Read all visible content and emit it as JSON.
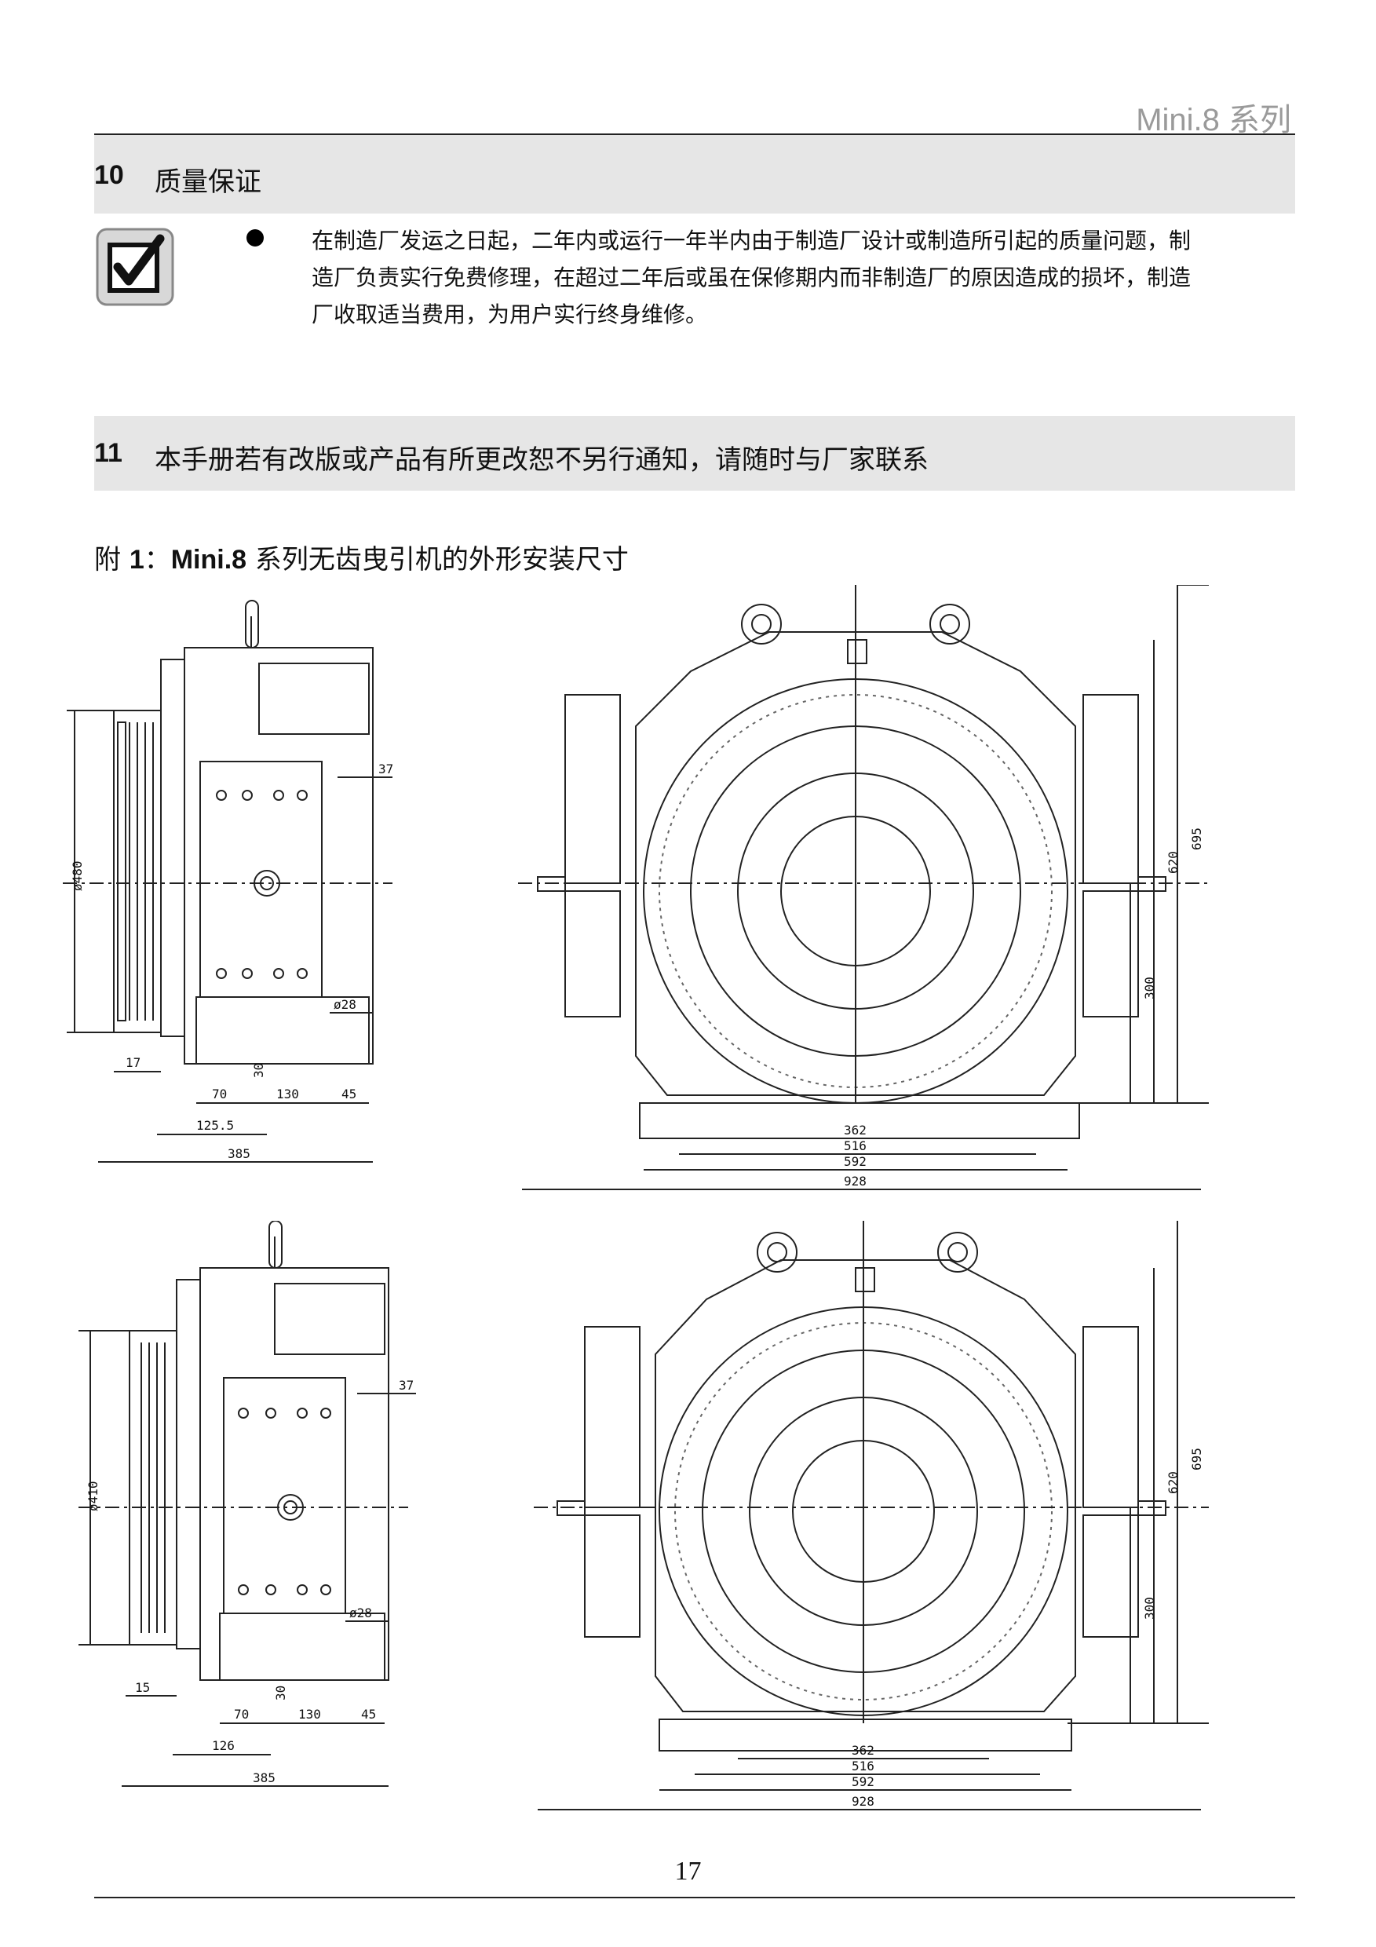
{
  "header": {
    "series_title": "Mini.8 系列"
  },
  "section10": {
    "number": "10",
    "title": "质量保证",
    "lines": [
      "在制造厂发运之日起，二年内或运行一年半内由于制造厂设计或制造所引起的质量问题，制",
      "造厂负责实行免费修理，在超过二年后或虽在保修期内而非制造厂的原因造成的损坏，制造",
      "厂收取适当费用，为用户实行终身维修。"
    ]
  },
  "section11": {
    "number": "11",
    "title": "本手册若有改版或产品有所更改恕不另行通知，请随时与厂家联系"
  },
  "appendix": {
    "prefix": "附 ",
    "bold": "1",
    "sep": "：",
    "model": "Mini.8",
    "title": " 系列无齿曳引机的外形安装尺寸"
  },
  "drawing1": {
    "side": {
      "dia": "ø480",
      "d37": "37",
      "d28": "ø28",
      "d17": "17",
      "d30": "30",
      "d70": "70",
      "d130": "130",
      "d45": "45",
      "d125": "125.5",
      "d385": "385"
    },
    "front": {
      "d362": "362",
      "d516": "516",
      "d592": "592",
      "d928": "928",
      "d695": "695",
      "d620": "620",
      "d300": "300"
    }
  },
  "drawing2": {
    "side": {
      "dia": "ø410",
      "d37": "37",
      "d28": "ø28",
      "d15": "15",
      "d30": "30",
      "d70": "70",
      "d130": "130",
      "d45": "45",
      "d126": "126",
      "d385": "385"
    },
    "front": {
      "d362": "362",
      "d516": "516",
      "d592": "592",
      "d928": "928",
      "d695": "695",
      "d620": "620",
      "d300": "300"
    }
  },
  "footer": {
    "page_number": "17"
  }
}
